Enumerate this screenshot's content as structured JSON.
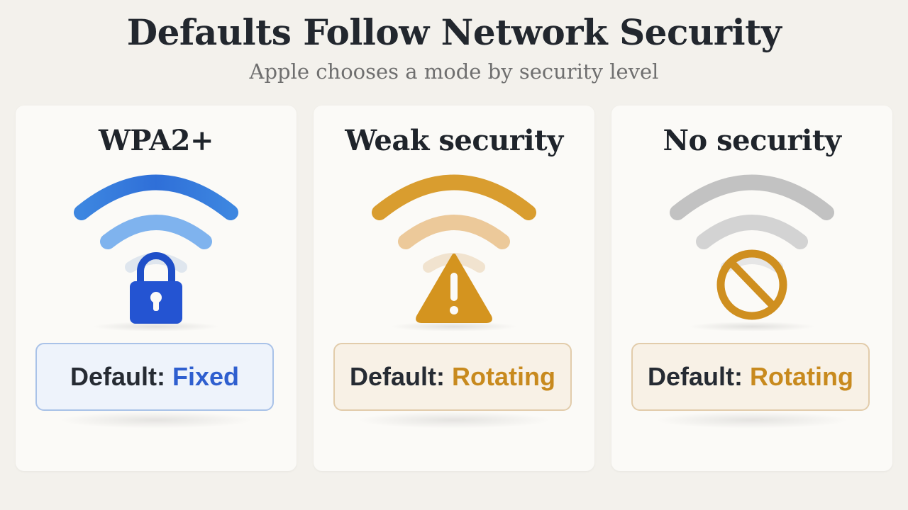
{
  "title": "Defaults Follow Network Security",
  "subtitle": "Apple chooses a mode by security level",
  "cards": [
    {
      "heading": "WPA2+",
      "icon": "wifi-lock-icon",
      "badge_prefix": "Default:",
      "badge_value": "Fixed",
      "accent": "#2f5fcf"
    },
    {
      "heading": "Weak security",
      "icon": "wifi-warning-icon",
      "badge_prefix": "Default:",
      "badge_value": "Rotating",
      "accent": "#c88a1e"
    },
    {
      "heading": "No security",
      "icon": "wifi-prohibited-icon",
      "badge_prefix": "Default:",
      "badge_value": "Rotating",
      "accent": "#c88a1e"
    }
  ]
}
